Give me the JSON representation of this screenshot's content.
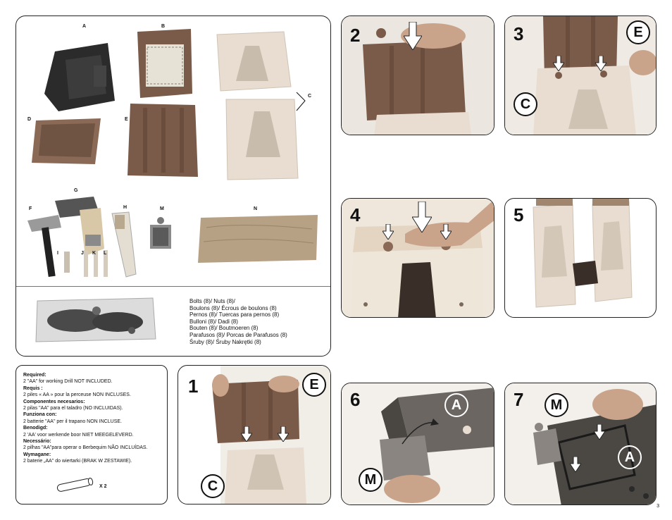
{
  "parts_panel": {
    "labels": {
      "A": "A",
      "B": "B",
      "C": "C",
      "D": "D",
      "E": "E",
      "F": "F",
      "G": "G",
      "H": "H",
      "I": "I",
      "J": "J",
      "K": "K",
      "L": "L",
      "M": "M",
      "N": "N"
    },
    "hardware_lines": [
      "Bolts (8)/ Nuts (8)/",
      "Boulons (8)/ Écrous de boulons (8)",
      "Pernos (8)/ Tuercas para pernos (8)",
      "Bulloni (8)/ Dadi (8)",
      "Bouten (8)/ Boutmoeren (8)",
      "Parafusos (8)/ Porcas de Parafusos (8)",
      "Śruby (8)/ Śruby Nakrętki (8)"
    ]
  },
  "required_panel": {
    "entries": [
      {
        "heading": "Required:",
        "text": "2 \"AA\" for working Drill NOT INCLUDED."
      },
      {
        "heading": "Requis :",
        "text": "2 piles « AA » pour la perceuse NON INCLUSES."
      },
      {
        "heading": "Componentes necesarios:",
        "text": "2 pilas \"AA\" para el taladro (NO INCLUIDAS)."
      },
      {
        "heading": "Funziona con:",
        "text": "2 batterie \"AA\" per il trapano NON INCLUSE."
      },
      {
        "heading": "Benodigd:",
        "text": "2 'AA' voor werkende boor NIET MEEGELEVERD."
      },
      {
        "heading": "Necessário:",
        "text": "2 pilhas \"AA\"para operar o Berbequim NÃO INCLUÍDAS."
      },
      {
        "heading": "Wymagane:",
        "text": "2 baterie „AA\" do wiertarki (BRAK W ZESTAWIE)."
      }
    ],
    "battery_qty": "X 2"
  },
  "steps": [
    {
      "number": "1",
      "letters": [
        "E",
        "C"
      ]
    },
    {
      "number": "2",
      "letters": []
    },
    {
      "number": "3",
      "letters": [
        "E",
        "C"
      ]
    },
    {
      "number": "4",
      "letters": []
    },
    {
      "number": "5",
      "letters": []
    },
    {
      "number": "6",
      "letters": [
        "A",
        "M"
      ]
    },
    {
      "number": "7",
      "letters": [
        "M",
        "A"
      ]
    }
  ],
  "page_number": "3",
  "colors": {
    "panel_border": "#222222",
    "plastic_brown": "#7a5b49",
    "plastic_cream": "#e8ddd0",
    "plastic_dark": "#2a2a2a"
  }
}
